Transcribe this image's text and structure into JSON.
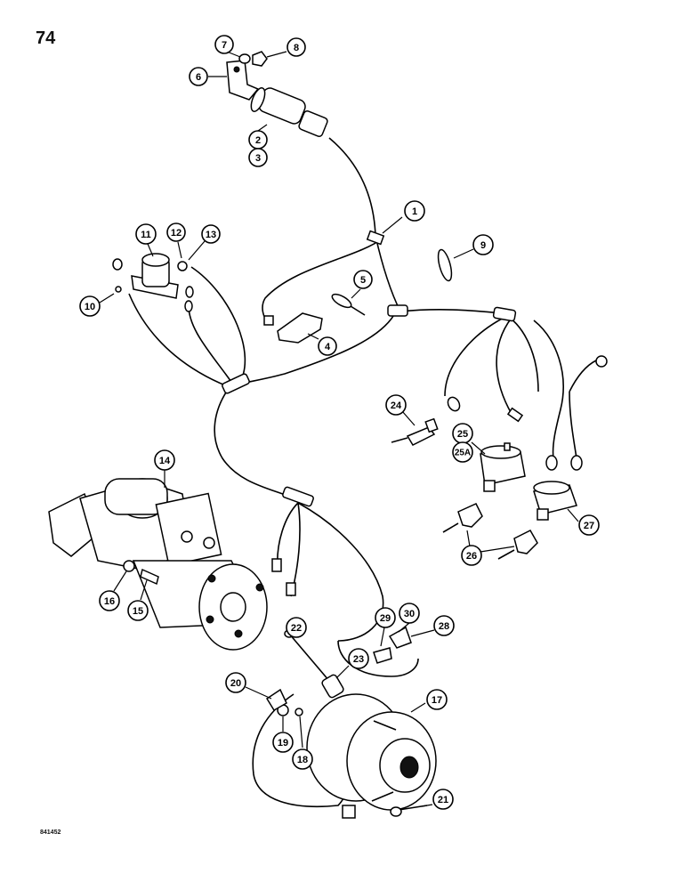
{
  "page": {
    "number": "74",
    "reference_code": "841452"
  },
  "callouts": [
    {
      "id": "c1",
      "label": "1"
    },
    {
      "id": "c2",
      "label": "2"
    },
    {
      "id": "c3",
      "label": "3"
    },
    {
      "id": "c4",
      "label": "4"
    },
    {
      "id": "c5",
      "label": "5"
    },
    {
      "id": "c6",
      "label": "6"
    },
    {
      "id": "c7",
      "label": "7"
    },
    {
      "id": "c8",
      "label": "8"
    },
    {
      "id": "c9",
      "label": "9"
    },
    {
      "id": "c10",
      "label": "10"
    },
    {
      "id": "c11",
      "label": "11"
    },
    {
      "id": "c12",
      "label": "12"
    },
    {
      "id": "c13",
      "label": "13"
    },
    {
      "id": "c14",
      "label": "14"
    },
    {
      "id": "c15",
      "label": "15"
    },
    {
      "id": "c16",
      "label": "16"
    },
    {
      "id": "c17",
      "label": "17"
    },
    {
      "id": "c18",
      "label": "18"
    },
    {
      "id": "c19",
      "label": "19"
    },
    {
      "id": "c20",
      "label": "20"
    },
    {
      "id": "c21",
      "label": "21"
    },
    {
      "id": "c22",
      "label": "22"
    },
    {
      "id": "c23",
      "label": "23"
    },
    {
      "id": "c24",
      "label": "24"
    },
    {
      "id": "c25",
      "label": "25"
    },
    {
      "id": "c25a",
      "label": "25A"
    },
    {
      "id": "c26",
      "label": "26"
    },
    {
      "id": "c27",
      "label": "27"
    },
    {
      "id": "c28",
      "label": "28"
    },
    {
      "id": "c29",
      "label": "29"
    },
    {
      "id": "c30",
      "label": "30"
    }
  ]
}
